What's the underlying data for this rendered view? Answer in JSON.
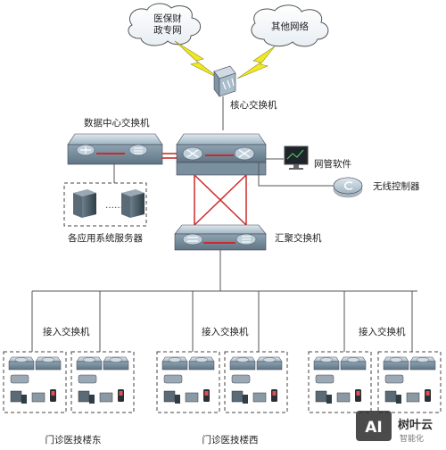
{
  "clouds": {
    "medical_finance": [
      "医保财",
      "政专网"
    ],
    "other": "其他网络"
  },
  "labels": {
    "core_switch": "核心交换机",
    "datacenter_switch": "数据中心交换机",
    "app_servers": "各应用系统服务器",
    "management_software": "网管软件",
    "wireless_controller": "无线控制器",
    "aggregation_switch": "汇聚交换机",
    "access_switch_1": "接入交换机",
    "access_switch_2": "接入交换机",
    "access_switch_3": "接入交换机",
    "building_east": "门诊医技楼东",
    "building_west": "门诊医技楼西"
  },
  "watermark": {
    "logo": "AI",
    "brand": "树叶云",
    "sub": "智能化"
  },
  "colors": {
    "device_blue": "#8fa6b6",
    "link_red": "#cc2a2a",
    "lightning_yellow": "#f3e81e",
    "line": "#555555"
  }
}
